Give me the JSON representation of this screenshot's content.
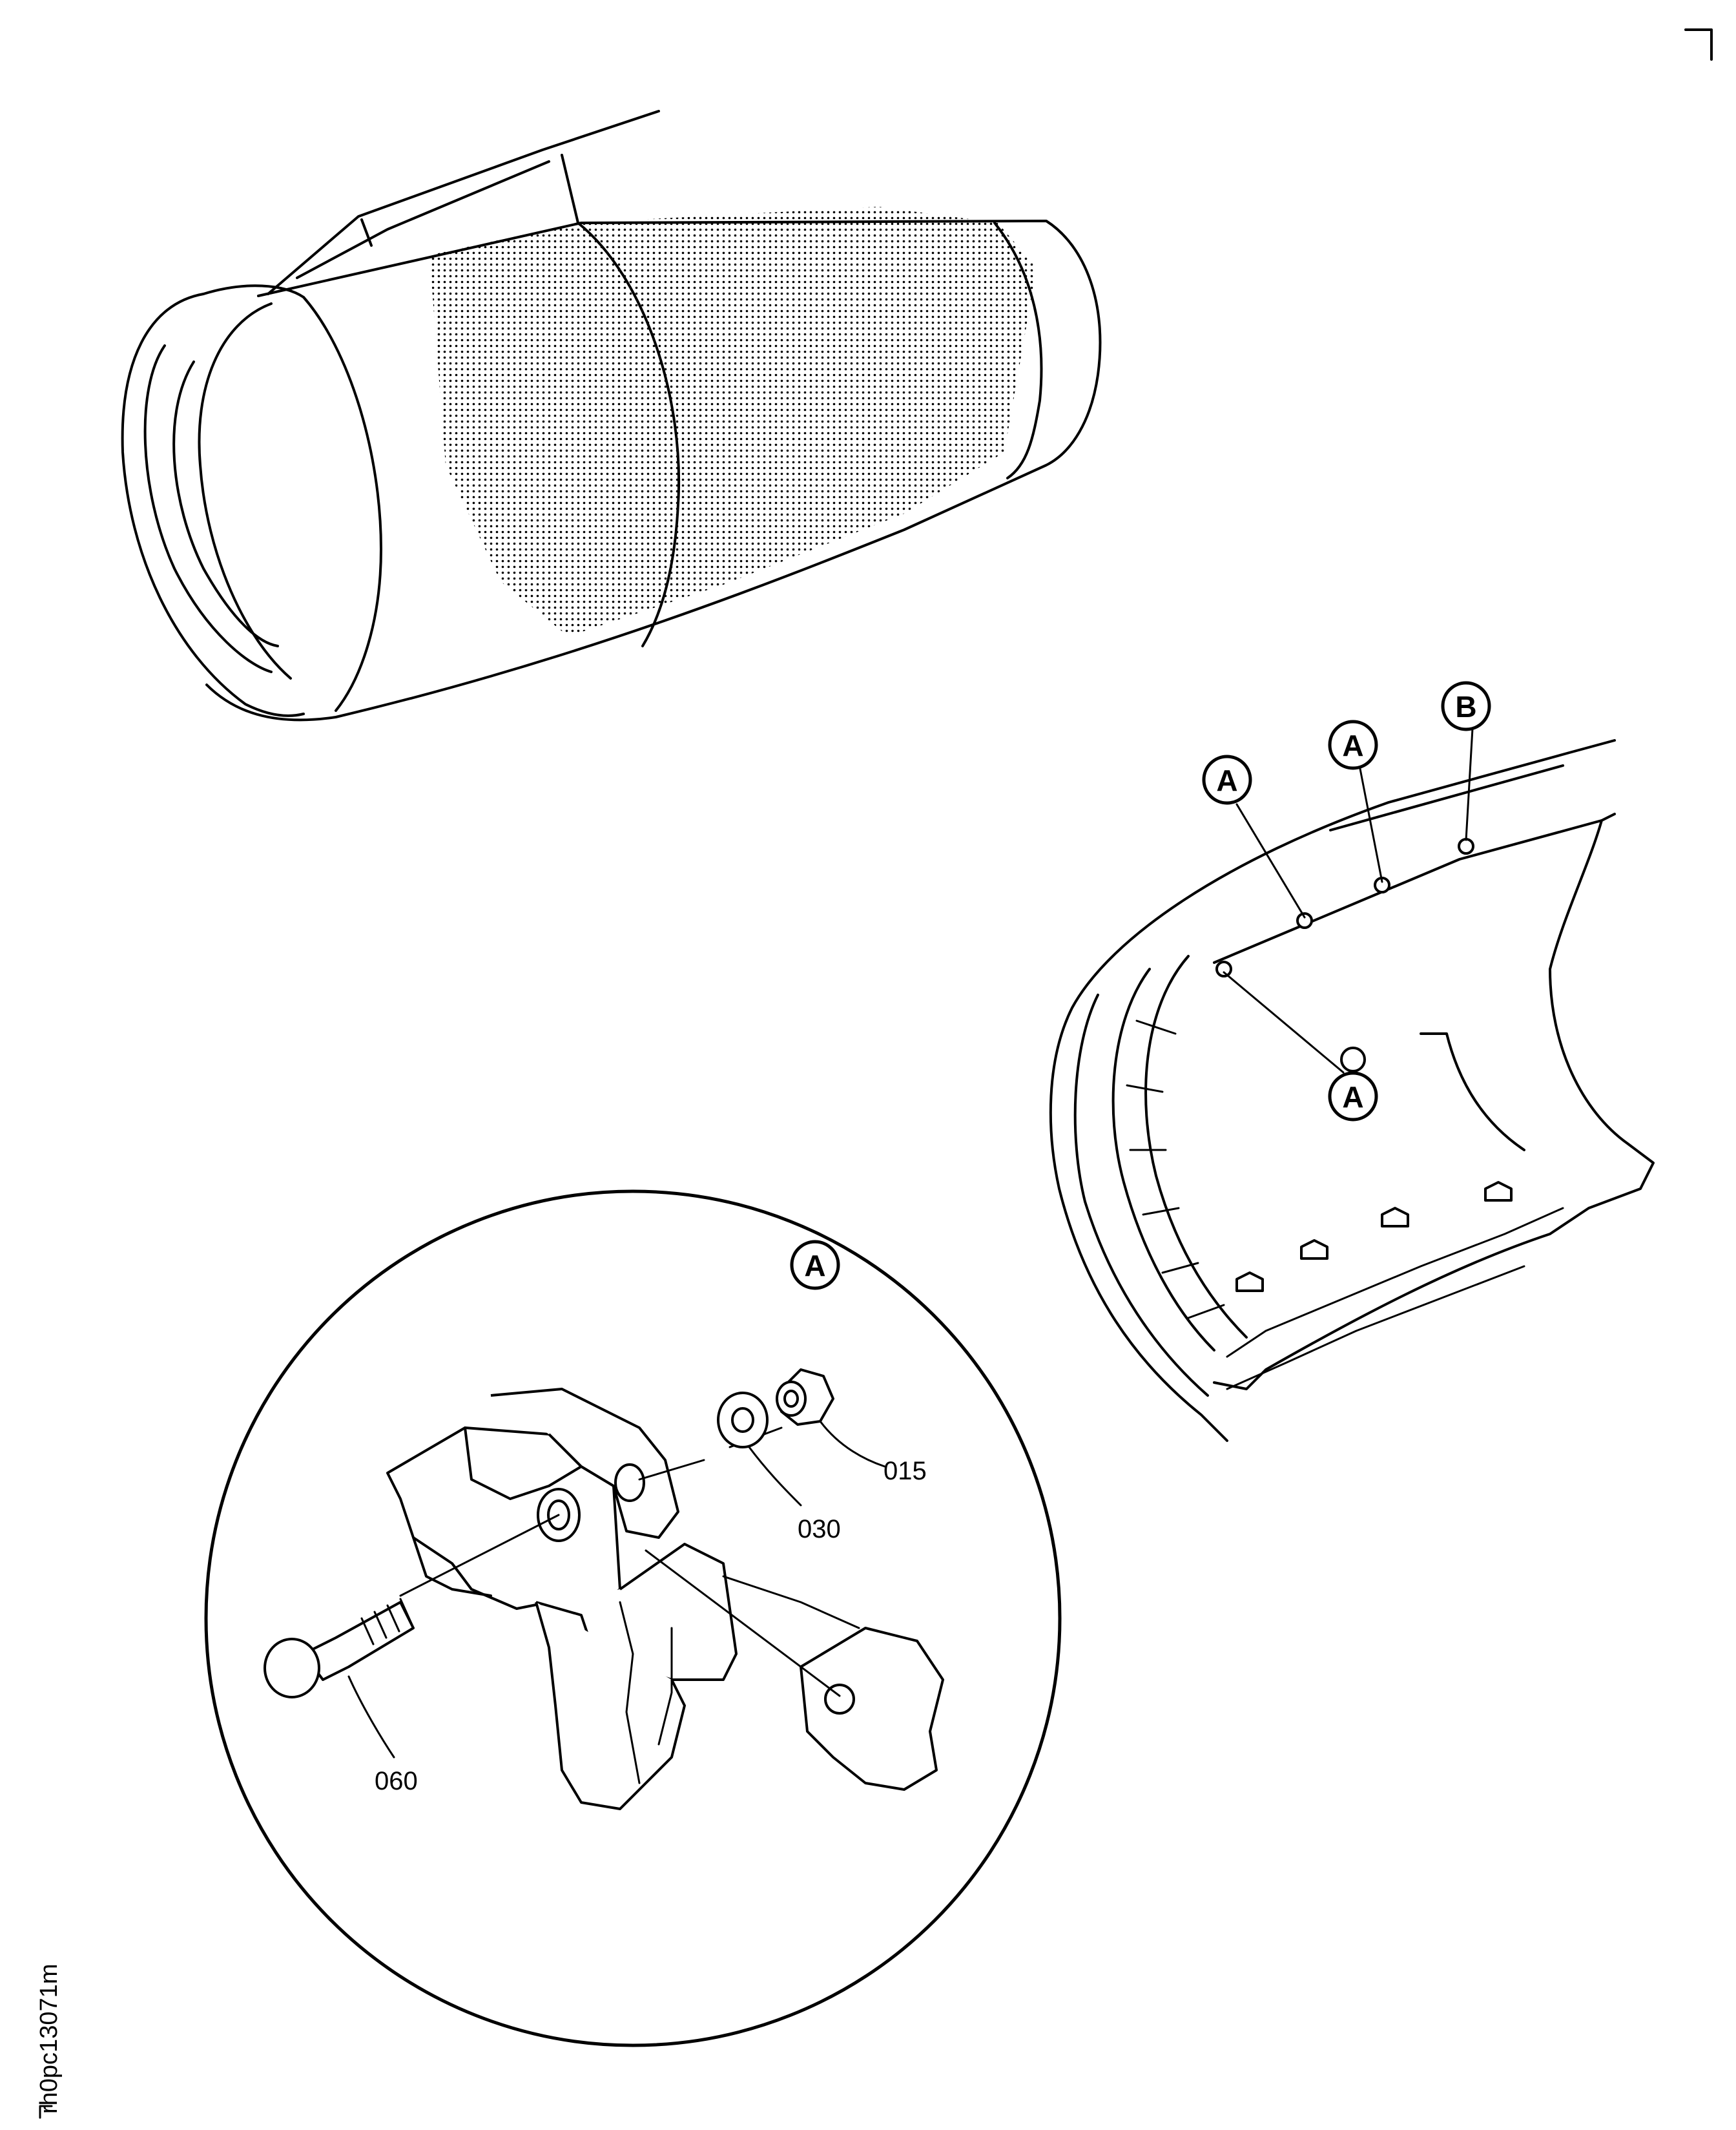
{
  "figure": {
    "figure_id": "rh0pc13071m",
    "callouts": [
      {
        "id": "callout-a-left",
        "letter": "A"
      },
      {
        "id": "callout-a-mid",
        "letter": "A"
      },
      {
        "id": "callout-b",
        "letter": "B"
      },
      {
        "id": "callout-a-lower",
        "letter": "A"
      },
      {
        "id": "callout-a-detail",
        "letter": "A"
      }
    ],
    "part_numbers": [
      {
        "id": "item-015",
        "label": "015"
      },
      {
        "id": "item-030",
        "label": "030"
      },
      {
        "id": "item-060",
        "label": "060"
      }
    ]
  }
}
